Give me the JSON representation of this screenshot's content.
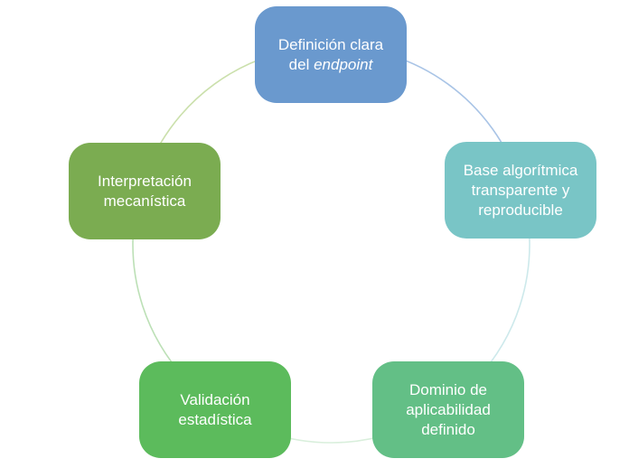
{
  "diagram": {
    "type": "cycle",
    "background": "#ffffff",
    "text_color": "#ffffff",
    "nodes": [
      {
        "id": "definicion-endpoint",
        "color": "#6A99CE",
        "line1": "Definición clara",
        "line2_regular": "del ",
        "line2_italic": "endpoint"
      },
      {
        "id": "base-algoritmica",
        "color": "#79C5C6",
        "line1": "Base algorítmica",
        "line2": "transparente y",
        "line3": "reproducible"
      },
      {
        "id": "dominio-aplicabilidad",
        "color": "#63BF86",
        "line1": "Dominio de",
        "line2": "aplicabilidad",
        "line3": "definido"
      },
      {
        "id": "validacion-estadistica",
        "color": "#5CBB5C",
        "line1": "Validación",
        "line2": "estadística"
      },
      {
        "id": "interpretacion-mecanistica",
        "color": "#7BAC51",
        "line1": "Interpretación",
        "line2": "mecanística"
      }
    ],
    "circle_arcs": [
      {
        "segment": "top-to-right",
        "color": "#A9C4E6"
      },
      {
        "segment": "right-to-bottom-right",
        "color": "#CDE9EB"
      },
      {
        "segment": "bottom-right-to-bottom-left",
        "color": "#D9EFDC"
      },
      {
        "segment": "bottom-left-to-left",
        "color": "#BCE0B6"
      },
      {
        "segment": "left-to-top",
        "color": "#CBE0AC"
      }
    ]
  }
}
